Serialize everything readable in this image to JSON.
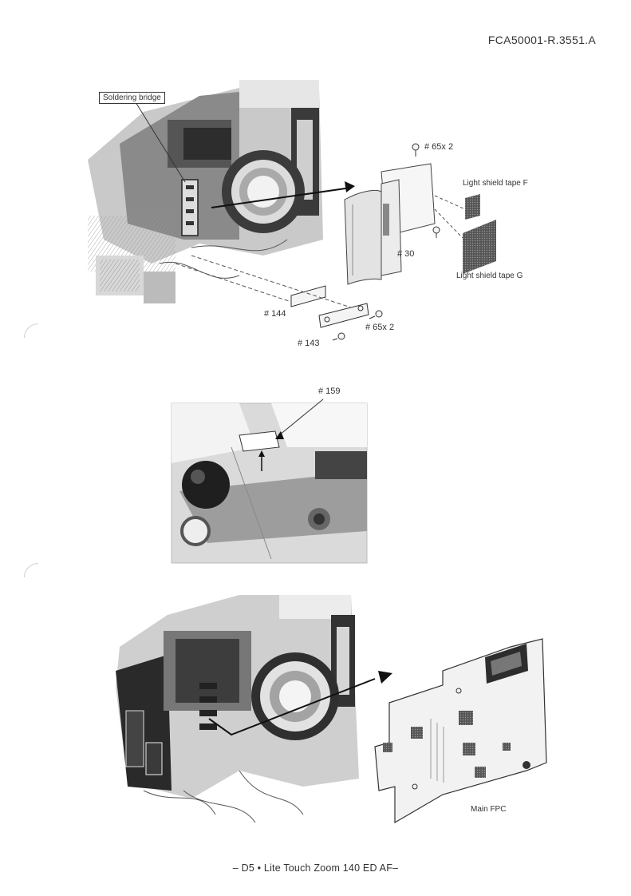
{
  "header": {
    "doc_code": "FCA50001-R.3551.A"
  },
  "figure1": {
    "soldering_bridge": "Soldering bridge",
    "screw_top": "# 65x 2",
    "tape_f": "Light shield tape F",
    "part_30": "# 30",
    "tape_g": "Light shield tape G",
    "part_144": "# 144",
    "part_143": "# 143",
    "screw_bottom": "# 65x 2"
  },
  "figure2": {
    "part_159": "# 159"
  },
  "figure3": {
    "main_fpc": "Main FPC"
  },
  "footer": {
    "text": "– D5 • Lite Touch Zoom  140 ED AF–"
  }
}
